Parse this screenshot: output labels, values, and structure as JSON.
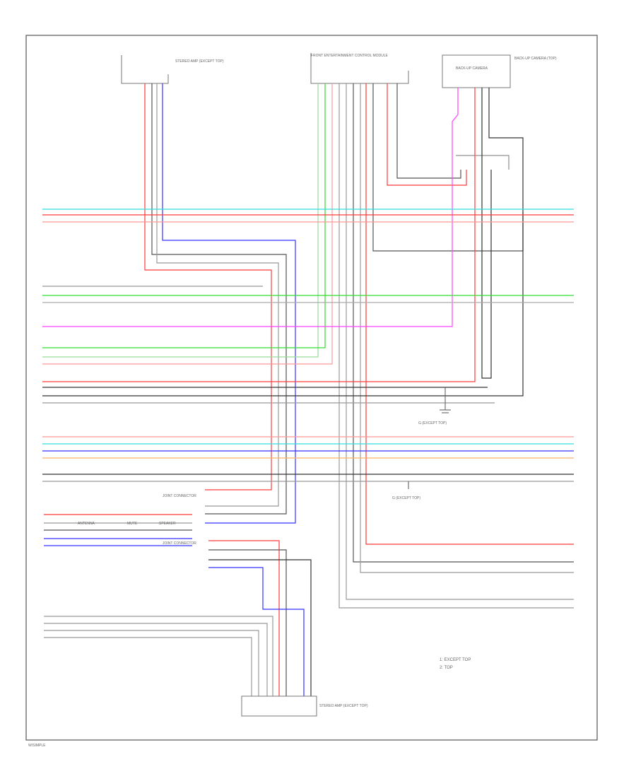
{
  "colors": {
    "background": "#ffffff",
    "frame": "#555555",
    "text": "#666666",
    "wire_cyan": "#33dddd",
    "wire_red": "#ff3b3b",
    "wire_pink": "#ff9999",
    "wire_green": "#33dd33",
    "wire_light_green": "#99dd99",
    "wire_blue": "#3333ff",
    "wire_magenta": "#ff44ff",
    "wire_orange": "#ffb366",
    "wire_black": "#333333",
    "wire_gray": "#999999",
    "wire_dark_gray": "#555555"
  },
  "components": {
    "top_left": "STEREO AMP (EXCEPT TOP)",
    "top_center": "FRONT ENTERTAINMENT CONTROL MODULE",
    "top_right_box": "BACK-UP CAMERA",
    "top_right_side": "BACK-UP CAMERA (TOP)",
    "ground_1": "G (EXCEPT TOP)",
    "ground_2": "G (EXCEPT TOP)",
    "junction_1": "JOINT CONNECTOR",
    "junction_2": "JOINT CONNECTOR",
    "bottom_connector": "STEREO AMP (EXCEPT TOP)"
  },
  "legend": {
    "item_1": "1: EXCEPT TOP",
    "item_2": "2: TOP"
  },
  "inline_labels": {
    "label_a": "ANTENNA",
    "label_b": "MUTE",
    "label_c": "SPEAKER"
  },
  "footer": {
    "page_id": "W/SIMPLE"
  }
}
